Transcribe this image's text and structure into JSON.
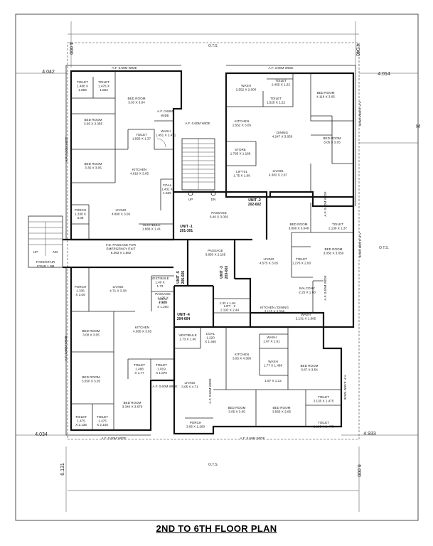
{
  "plan_title": "2ND TO 6TH FLOOR PLAN",
  "ots": "O.T.S.",
  "dims": {
    "top_left": "4.000",
    "top_right": "4.040",
    "left_upper": "4.042",
    "right_upper": "4.014",
    "left_lower": "4.034",
    "right_lower": "4.933",
    "bottom_left": "6.131",
    "bottom_right": "6.000",
    "marker_m": "M"
  },
  "af": {
    "w1": "A.F. 0.60M WIDE",
    "w2": "A.F. 0.60M WIDE",
    "w3": "A.F. 0.60M WIDE",
    "w4": "A.F. 0.60M WIDE",
    "w5": "A.F. 0.60M WIDE",
    "w6": "A.F. 0.60M WIDE",
    "w7": "A.F. 0.60M WIDE",
    "w8": "A.F. 0.60M WIDE",
    "w9": "A.F. 0.60M WIDE",
    "w10": "A.F. 0.60M WIDE",
    "w11": "A.F. 0.60M WIDE",
    "w12": "A.F. 0.60M WIDE",
    "w13": "A.F. 0.60M WIDE",
    "w14": "A.F. 0.60M WIDE"
  },
  "units": {
    "u1": [
      "UNIT -1",
      "201-301"
    ],
    "u2": [
      "UNIT -2",
      "202-602"
    ],
    "u3": [
      "UNIT -3",
      "203-603"
    ],
    "u4": [
      "UNIT -4",
      "204-604"
    ],
    "u5": [
      "UNIT -5",
      "205-605"
    ]
  },
  "rooms": {
    "r1": [
      "TOILET",
      "1.488 X",
      "1.866"
    ],
    "r2": [
      "TOILET",
      "1.476 X",
      "1.863"
    ],
    "r3": [
      "BED ROOM",
      "3.03 X 3.84"
    ],
    "r4": [
      "BED ROOM",
      "3.05 X 3.355"
    ],
    "r5": [
      "TOILET",
      "1.565 X 1.37"
    ],
    "r6": [
      "WASH",
      "1.451 X 2.471"
    ],
    "r7": [
      "BED ROOM",
      "3.35 X 3.05"
    ],
    "r8": [
      "KITCHEN",
      "4.618 X 3.05"
    ],
    "r9": [
      "COAL",
      "1.431 X",
      "1.525"
    ],
    "r10": [
      "PORCH",
      "1.338 X",
      "3.05"
    ],
    "r11": [
      "LIVING",
      "4.880 X 3.06"
    ],
    "r12": [
      "VESTIBULE",
      "1.868 X 1.41"
    ],
    "r13": [
      "WASH",
      "2.552 X 2.000"
    ],
    "r14": [
      "TOILET",
      "2.455 X 1.32"
    ],
    "r15": [
      "TOILET",
      "1.525 X 1.22"
    ],
    "r16": [
      "BED ROOM",
      "4.118 X 3.05"
    ],
    "r17": [
      "KITCHEN",
      "2.552 X 3.05"
    ],
    "r18": [
      "DINING",
      "4.247 X 3.050"
    ],
    "r19": [
      "BED ROOM",
      "3.05 X 3.05"
    ],
    "r20": [
      "STORE",
      "1.785 X 1.189"
    ],
    "r21": [
      "LIFT-01",
      "1.75 X 1.98"
    ],
    "r22": [
      "LIVING",
      "4.382 X 2.97"
    ],
    "r23": [
      "PASSAGE",
      "6.40 X 3.050"
    ],
    "r24": [
      "BED ROOM",
      "3.868 X 3.048"
    ],
    "r25": [
      "TOILET",
      "2.138 X 1.37"
    ],
    "r26": [
      "F.D. PASSAGE FOR",
      "EMERGENCY EXIT",
      "6.363 X 1.682"
    ],
    "r27": [
      "PASSAGE",
      "3.850 X 2.165"
    ],
    "r28": [
      "BED ROOM",
      "3.050 X 3.050"
    ],
    "r29": [
      "LIVING",
      "4.575 X 3.05"
    ],
    "r30": [
      "TOILET",
      "1.276 X 2.00"
    ],
    "r31": [
      "PORCH",
      "1.335",
      "X 3.05"
    ],
    "r32": [
      "LIVING",
      "4.71 X 3.38"
    ],
    "r33": [
      "VESTIBULE",
      "1.40 X",
      "1.73"
    ],
    "r34": [
      "COAL",
      "1.400",
      "X 1.200"
    ],
    "r35": [
      "PASSAGE",
      "1.425 X",
      "2.675"
    ],
    "r36": [
      "BALCONY",
      "2.25 X 1.83"
    ],
    "r37": [
      "LIFT - 2",
      "2.192 X 2.44"
    ],
    "r38": [
      "1.32 x 1.84"
    ],
    "r39": [
      "KITCHEN / DINING",
      "3.125 X 3.598"
    ],
    "r40": [
      "WASH",
      "2.131 X 1.865"
    ],
    "r41": [
      "BED ROOM",
      "3.00 X 3.05"
    ],
    "r42": [
      "KITCHEN",
      "4.380 X 3.05"
    ],
    "r43": [
      "VESTIBULE",
      "1.73 X 1.40"
    ],
    "r44": [
      "COAL",
      "1.220",
      "X 1.460"
    ],
    "r45": [
      "WASH",
      "1.67 X 1.61"
    ],
    "r46": [
      "KITCHEN",
      "3.05 X 4.308"
    ],
    "r47": [
      "WASH",
      "1.77 X 1.466"
    ],
    "r48": [
      "TOILET",
      "1.488",
      "X 1.77"
    ],
    "r49": [
      "TOILET",
      "1.819",
      "X 1.870"
    ],
    "r50": [
      "BED ROOM",
      "3.87 X 3.54"
    ],
    "r51": [
      "BED ROOM",
      "3.050 X 3.05"
    ],
    "r52": [
      "1.87 X 1.12"
    ],
    "r53": [
      "LIVING",
      "3.05 X 4.71"
    ],
    "r54": [
      "BED ROOM",
      "3.340 X 3.670"
    ],
    "r55": [
      "TOILET",
      "2.135 X 1.475"
    ],
    "r56": [
      "BED ROOM",
      "3.05 X 3.05"
    ],
    "r57": [
      "BED ROOM",
      "3.565 X 3.05"
    ],
    "r58": [
      "TOILET",
      "1.475",
      "X 2.135"
    ],
    "r59": [
      "TOILET",
      "1.475",
      "X 2.105"
    ],
    "r60": [
      "PORCH",
      "3.05 X 1.200"
    ],
    "r61": [
      "TOILET",
      "2.135 X 1.475"
    ]
  },
  "misc": {
    "af_wide": "A.F. 0.60M",
    "af_wide2": "WIDE",
    "up": "UP",
    "dn": "DN",
    "fire_stair": "FARE/STAIR",
    "no": "NO",
    "fire_stair2": "STAIR 1.0M"
  }
}
